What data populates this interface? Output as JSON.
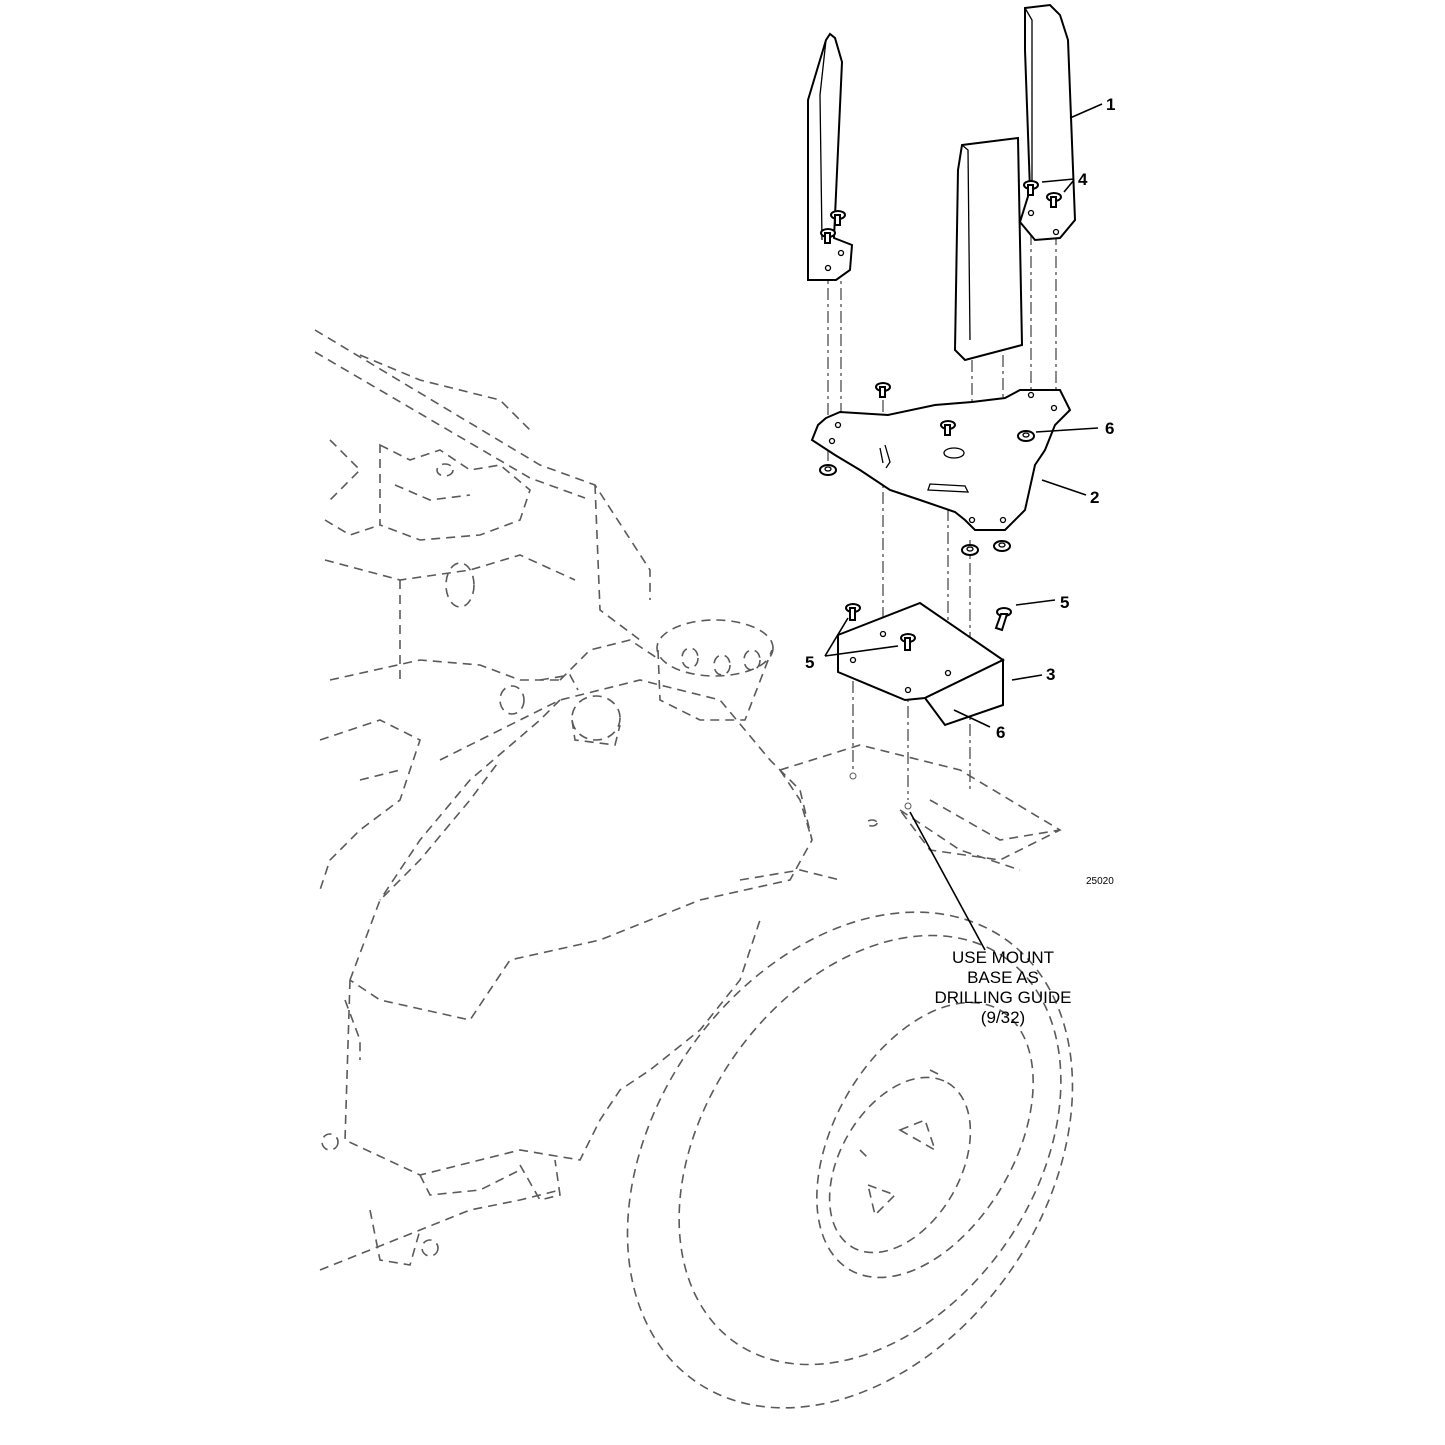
{
  "callouts": {
    "c1": "1",
    "c2": "2",
    "c3": "3",
    "c4": "4",
    "c5a": "5",
    "c5b": "5",
    "c6a": "6",
    "c6b": "6"
  },
  "note": {
    "line1": "USE MOUNT",
    "line2": "BASE AS",
    "line3": "DRILLING GUIDE",
    "line4": "(9/32)"
  },
  "figure_number": "25020"
}
